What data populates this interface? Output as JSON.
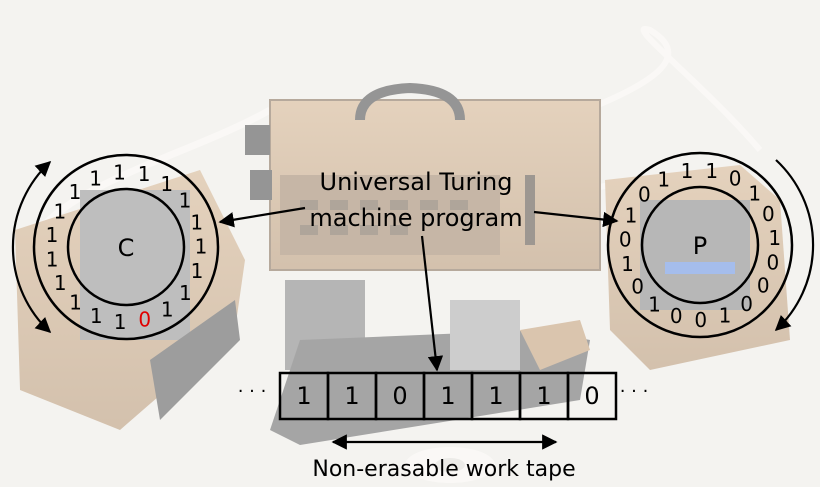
{
  "program": {
    "line1": "Universal Turing",
    "line2": "machine program"
  },
  "wheel_c": {
    "label": "C",
    "symbols": [
      "1",
      "1",
      "1",
      "1",
      "1",
      "1",
      "1",
      "1",
      "1",
      "0",
      "1",
      "1",
      "1",
      "1",
      "1",
      "1",
      "1",
      "1",
      "1"
    ],
    "highlighted_symbol_index": 9,
    "highlight_color": "#e00000"
  },
  "wheel_p": {
    "label": "P",
    "symbols": [
      "1",
      "1",
      "0",
      "1",
      "0",
      "1",
      "0",
      "0",
      "0",
      "1",
      "0",
      "0",
      "1",
      "0",
      "1",
      "0",
      "1",
      "0",
      "1"
    ]
  },
  "tape": {
    "cells": [
      "1",
      "1",
      "0",
      "1",
      "1",
      "1",
      "0"
    ],
    "left_ellipsis": "· · ·",
    "right_ellipsis": "· · ·",
    "caption": "Non-erasable work tape"
  },
  "colors": {
    "ink": "#000000",
    "highlight": "#e00000",
    "photo_overlay": "#ffffff"
  }
}
